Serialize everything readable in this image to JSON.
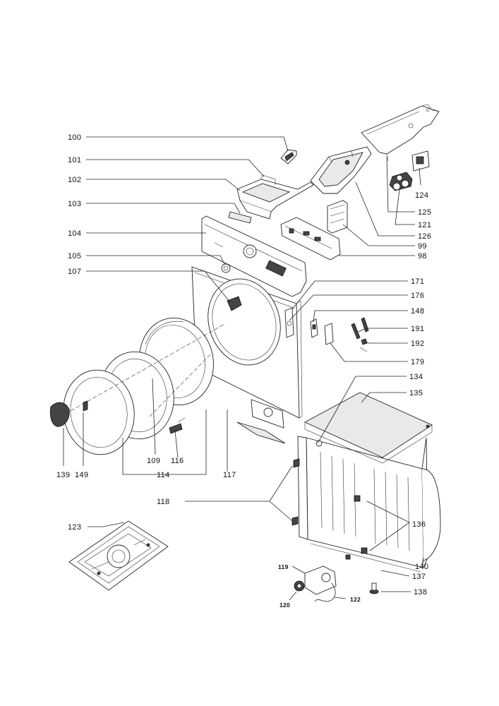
{
  "diagram": {
    "labels": {
      "l100": "100",
      "l101": "101",
      "l102": "102",
      "l103": "103",
      "l104": "104",
      "l105": "105",
      "l107": "107",
      "l171": "171",
      "l176": "176",
      "l148": "148",
      "l191": "191",
      "l192": "192",
      "l179": "179",
      "l134": "134",
      "l135": "135",
      "l124": "124",
      "l125": "125",
      "l121": "121",
      "l126": "126",
      "l99": "99",
      "l98": "98",
      "l139": "139",
      "l149": "149",
      "l109": "109",
      "l116": "116",
      "l114": "114",
      "l117": "117",
      "l118": "118",
      "l123": "123",
      "l136": "136",
      "l140": "140",
      "l137": "137",
      "l138": "138",
      "l119": "119",
      "l120": "120",
      "l122": "122"
    }
  }
}
